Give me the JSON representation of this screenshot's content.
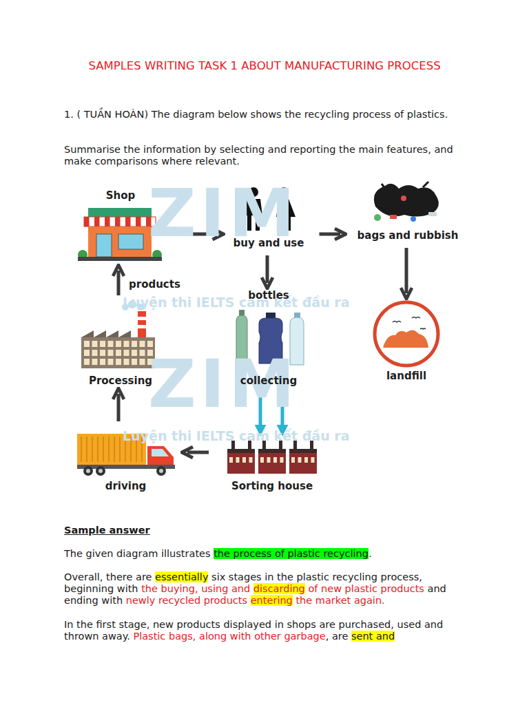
{
  "diagram": {
    "title": "SAMPLES WRITING TASK 1 ABOUT MANUFACTURING PROCESS",
    "nodes": [
      {
        "text": [
          "Shop"
        ]
      },
      {
        "text": [
          "buy and use"
        ]
      },
      {
        "text": [
          "bags and rubbish"
        ]
      },
      {
        "text": [
          "bottles",
          "collecting"
        ]
      },
      {
        "text": [
          "landfill"
        ]
      },
      {
        "text": [
          "Processing"
        ]
      },
      {
        "text": [
          "driving"
        ]
      },
      {
        "text": [
          "Sorting house"
        ]
      }
    ],
    "edges": [
      {
        "from": 0,
        "to": 1,
        "arrow": "to"
      },
      {
        "from": 1,
        "to": 2,
        "arrow": "to"
      },
      {
        "from": 1,
        "to": 3,
        "arrow": "to"
      },
      {
        "from": 2,
        "to": 4,
        "arrow": "to"
      },
      {
        "from": 3,
        "to": 7,
        "arrow": "to"
      },
      {
        "from": 7,
        "to": 6,
        "arrow": "to"
      },
      {
        "from": 6,
        "to": 5,
        "arrow": "to"
      },
      {
        "from": 5,
        "to": 0,
        "label": "products",
        "arrow": "to"
      }
    ],
    "labels": [
      "1. ( TUẦN HOÀN) The diagram below shows the recycling process of plastics.",
      "Summarise the information by selecting and reporting the main features, and make comparisons where relevant.",
      "ZIM",
      "Luyện thi IELTS cam kết đầu ra",
      "ZIM",
      "Luyện thi IELTS cam kết đầu ra",
      "Sample answer",
      "The given diagram illustrates ",
      "the process of plastic recycling",
      ".",
      "Overall, there are ",
      "essentially",
      " six stages in the plastic recycling process, beginning with ",
      "the buying, using and ",
      "discarding",
      " of new plastic products",
      " and ending with ",
      "newly recycled products ",
      "entering",
      " the market again.",
      "In the first stage, new products displayed in shops are purchased, used and thrown away. ",
      "Plastic bags, along with other garbage",
      ", are ",
      "sent and"
    ]
  }
}
